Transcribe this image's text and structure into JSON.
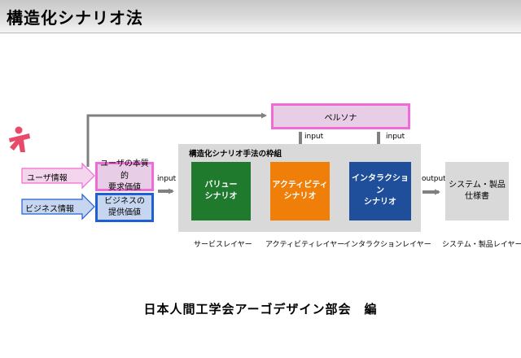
{
  "header": {
    "title": "構造化シナリオ法"
  },
  "persona": {
    "label": "ペルソナ"
  },
  "framework": {
    "title": "構造化シナリオ手法の枠組"
  },
  "inputs": {
    "user_info": "ユーザ情報",
    "business_info": "ビジネス情報"
  },
  "values": {
    "user_value": [
      "ユーザの本質的",
      "要求価値"
    ],
    "business_value": [
      "ビジネスの",
      "提供価値"
    ]
  },
  "scenarios": [
    {
      "lines": [
        "バリュー",
        "シナリオ"
      ],
      "color": "#1f7a2e",
      "layer": "サービスレイヤー"
    },
    {
      "lines": [
        "アクティビティ",
        "シナリオ"
      ],
      "color": "#f07f09",
      "layer": "アクティビティレイヤー"
    },
    {
      "lines": [
        "インタラクション",
        "シナリオ"
      ],
      "color": "#1f4e9a",
      "layer": "インタラクションレイヤー"
    }
  ],
  "output_box": {
    "lines": [
      "システム・製品",
      "仕様書"
    ],
    "layer": "システム・製品レイヤー"
  },
  "flow_labels": {
    "input_main": "input",
    "input_top_left": "input",
    "input_top_right": "input",
    "output": "output"
  },
  "footer": {
    "text": "日本人間工学会アーゴデザイン部会　編"
  },
  "colors": {
    "pink_border": "#f06bd6",
    "pink_fill": "#e8cde6",
    "blue_border": "#1f5fd6",
    "blue_fill": "#c7d6f0",
    "gray_fill": "#d9d9d9",
    "arrow": "#808080",
    "logo": "#e84a6a"
  }
}
